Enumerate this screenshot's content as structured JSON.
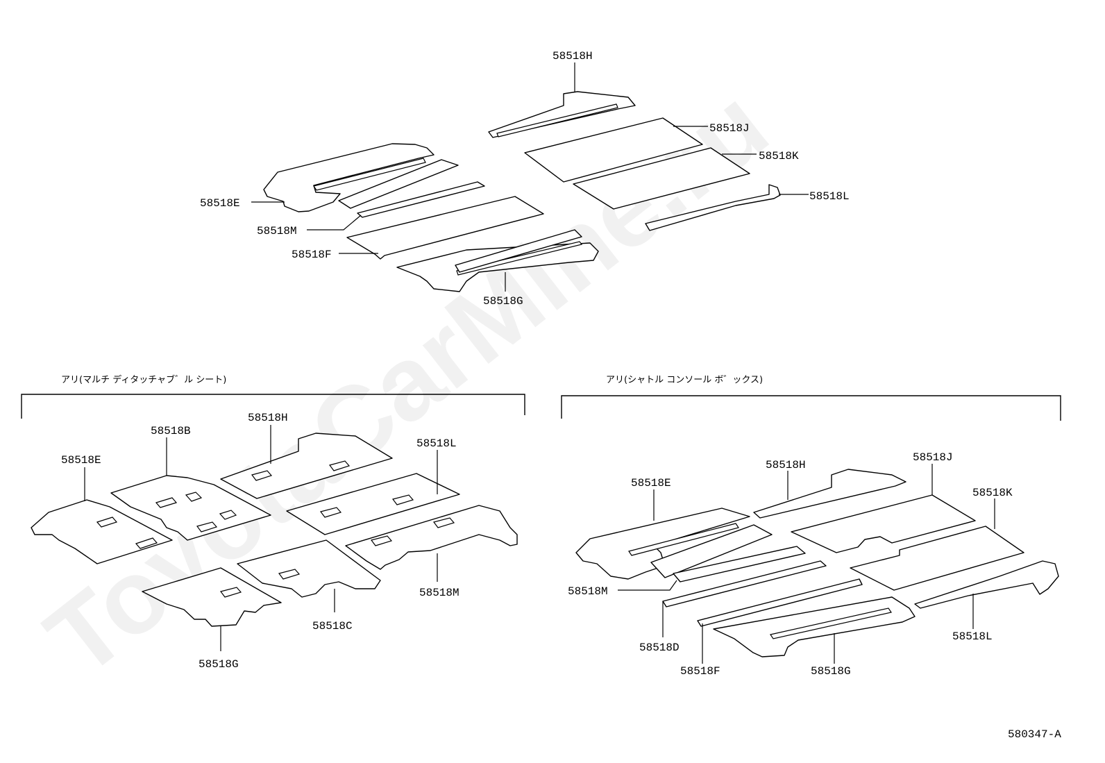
{
  "watermark": "ToyotaCarMine.ru",
  "diagram_id": "580347-A",
  "top_group": {
    "labels": {
      "h": "58518H",
      "j": "58518J",
      "k": "58518K",
      "l": "58518L",
      "e": "58518E",
      "m": "58518M",
      "f": "58518F",
      "g": "58518G"
    }
  },
  "left_group": {
    "title": "アリ(マルチ ディタッチャブ゛ル シート)",
    "labels": {
      "h": "58518H",
      "b": "58518B",
      "e": "58518E",
      "l": "58518L",
      "m": "58518M",
      "c": "58518C",
      "g": "58518G"
    }
  },
  "right_group": {
    "title": "アリ(シャトル コンソール ボ゛ックス)",
    "labels": {
      "h": "58518H",
      "j": "58518J",
      "e": "58518E",
      "k": "58518K",
      "m": "58518M",
      "d": "58518D",
      "f": "58518F",
      "g": "58518G",
      "l": "58518L"
    }
  }
}
